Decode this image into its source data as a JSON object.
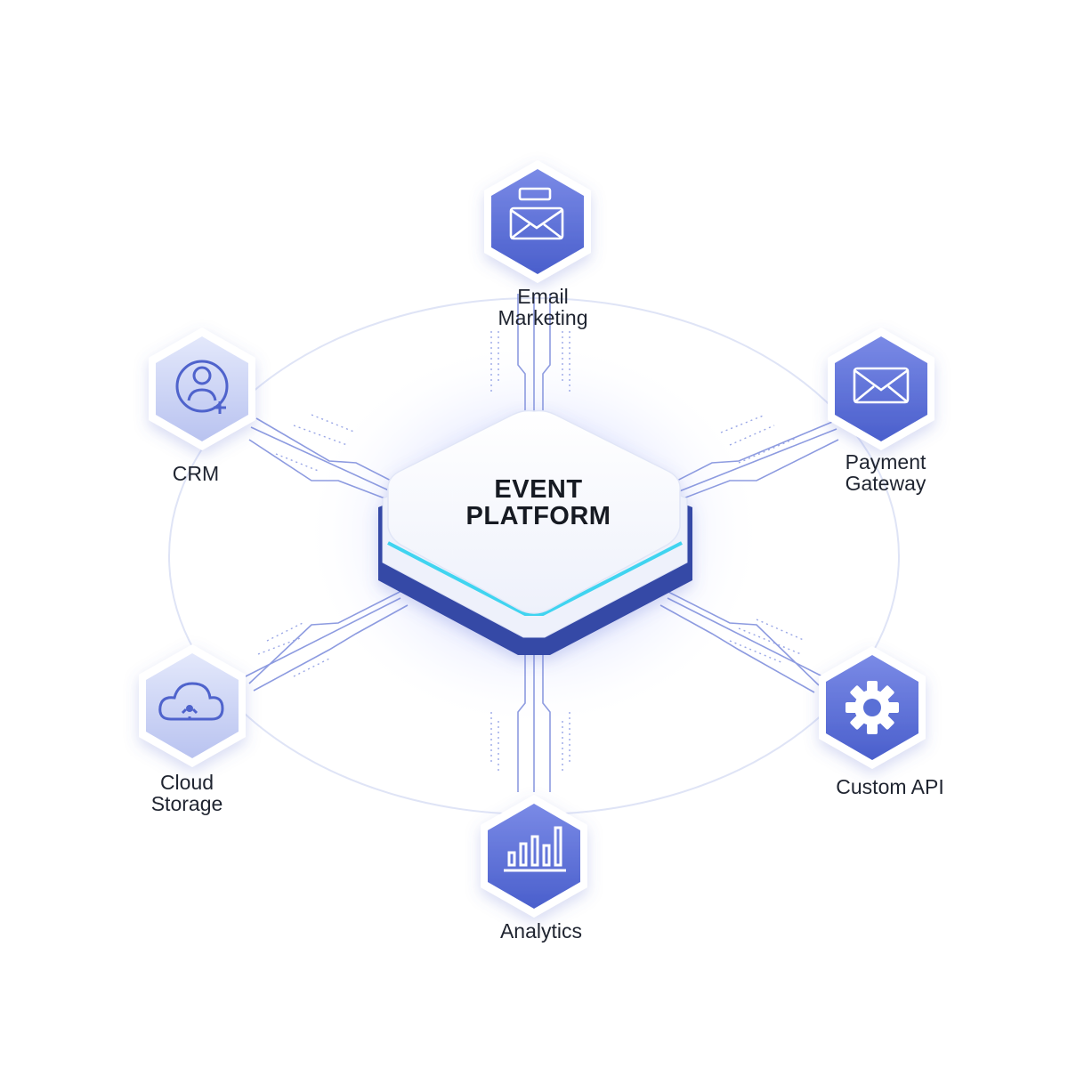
{
  "center": {
    "line1": "EVENT",
    "line2": "PLATFORM"
  },
  "nodes": {
    "email_marketing": {
      "label": "Email\nMarketing",
      "icon": "envelope-icon"
    },
    "payment_gateway": {
      "label": "Payment\nGateway",
      "icon": "envelope-icon"
    },
    "custom_api": {
      "label": "Custom API",
      "icon": "gear-icon"
    },
    "analytics": {
      "label": "Analytics",
      "icon": "bar-chart-icon"
    },
    "cloud_storage": {
      "label": "Cloud\nStorage",
      "icon": "cloud-icon"
    },
    "crm": {
      "label": "CRM",
      "icon": "user-add-icon"
    }
  },
  "colors": {
    "node_blue": "#5b6fd6",
    "node_light": "#c7cff3",
    "accent_cyan": "#3fd4f0",
    "base_navy": "#3448a6",
    "line": "#8d9be0"
  }
}
